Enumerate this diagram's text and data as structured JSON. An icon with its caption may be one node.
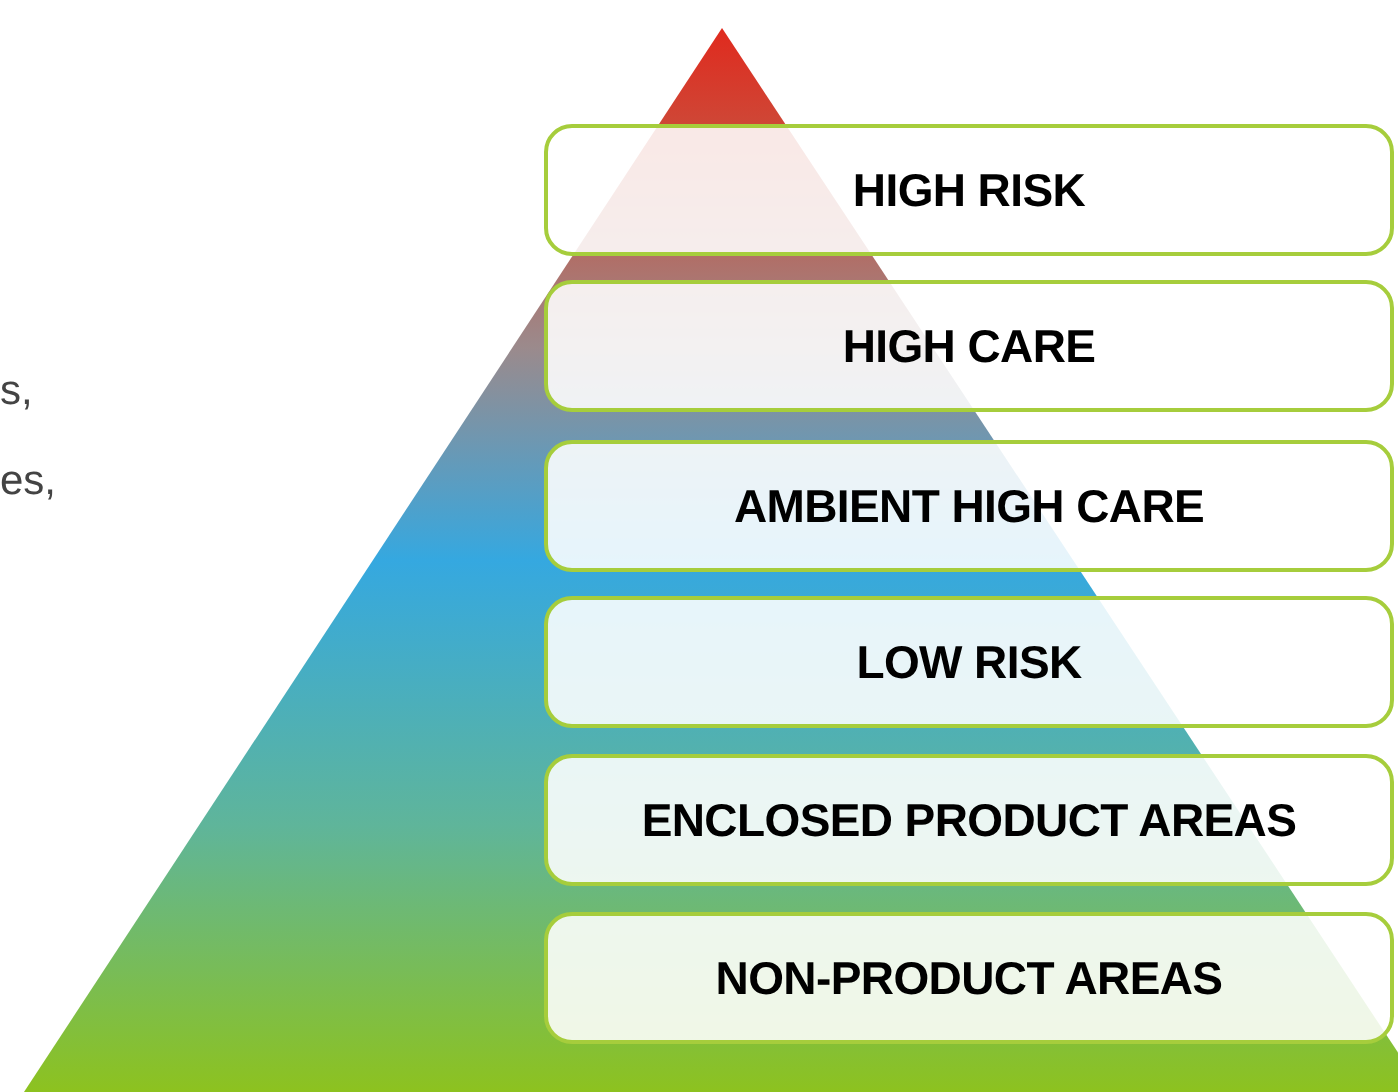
{
  "diagram": {
    "nodes": [
      {
        "text": [
          "HIGH RISK"
        ]
      },
      {
        "text": [
          "HIGH CARE"
        ]
      },
      {
        "text": [
          "AMBIENT HIGH CARE"
        ]
      },
      {
        "text": [
          "LOW RISK"
        ]
      },
      {
        "text": [
          "ENCLOSED PRODUCT AREAS"
        ]
      },
      {
        "text": [
          "NON-PRODUCT AREAS"
        ]
      }
    ],
    "labels": [
      "s,",
      "es,"
    ]
  }
}
